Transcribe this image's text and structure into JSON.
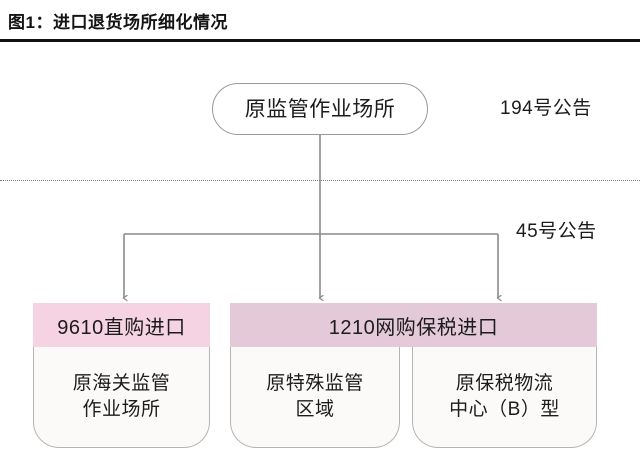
{
  "figure": {
    "title": "图1：进口退货场所细化情况"
  },
  "diagram": {
    "root": {
      "label": "原监管作业场所"
    },
    "annotations": [
      {
        "id": "194",
        "label": "194号公告"
      },
      {
        "id": "45",
        "label": "45号公告"
      }
    ],
    "groups": [
      {
        "id": "9610",
        "header_label": "9610直购进口",
        "header_color": "#f6d3e2",
        "children": [
          {
            "id": "customs-site",
            "label": "原海关监管\n作业场所"
          }
        ]
      },
      {
        "id": "1210",
        "header_label": "1210网购保税进口",
        "header_color": "#e4c9d9",
        "children": [
          {
            "id": "special-zone",
            "label": "原特殊监管\n区域"
          },
          {
            "id": "bonded-center",
            "label": "原保税物流\n中心（B）型"
          }
        ]
      }
    ],
    "colors": {
      "connector": "#8a8a8a",
      "divider": "#7d7d7d",
      "leaf_fill": "#fbfaf9",
      "leaf_border": "#b7b3b0",
      "rule": "#111111"
    }
  }
}
